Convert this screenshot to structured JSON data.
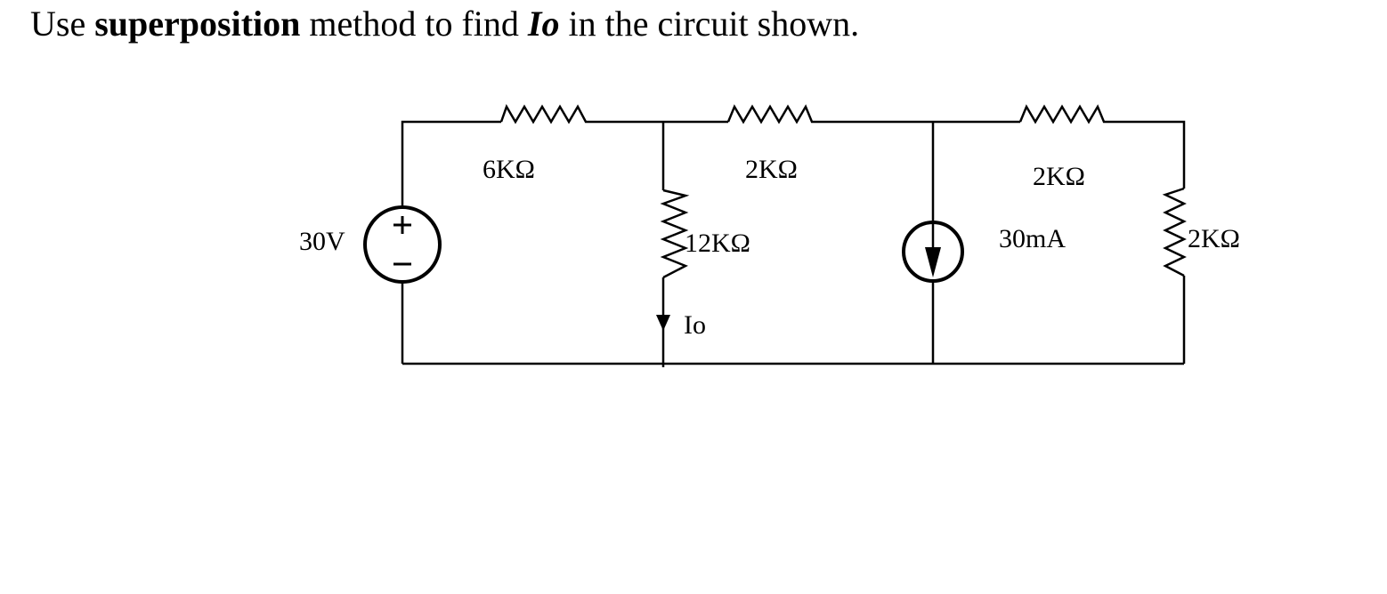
{
  "question": {
    "prefix": "Use ",
    "emphasis": "superposition",
    "middle": " method to find ",
    "variable": "Io",
    "suffix": " in the circuit shown."
  },
  "circuit": {
    "voltage_source_label": "30V",
    "r_top_left_label": "6KΩ",
    "r_top_middle_label": "2KΩ",
    "r_top_right_label": "2KΩ",
    "r_middle_vertical_label": "12KΩ",
    "current_source_label": "30mA",
    "r_right_vertical_label": "2KΩ",
    "current_label": "Io"
  }
}
